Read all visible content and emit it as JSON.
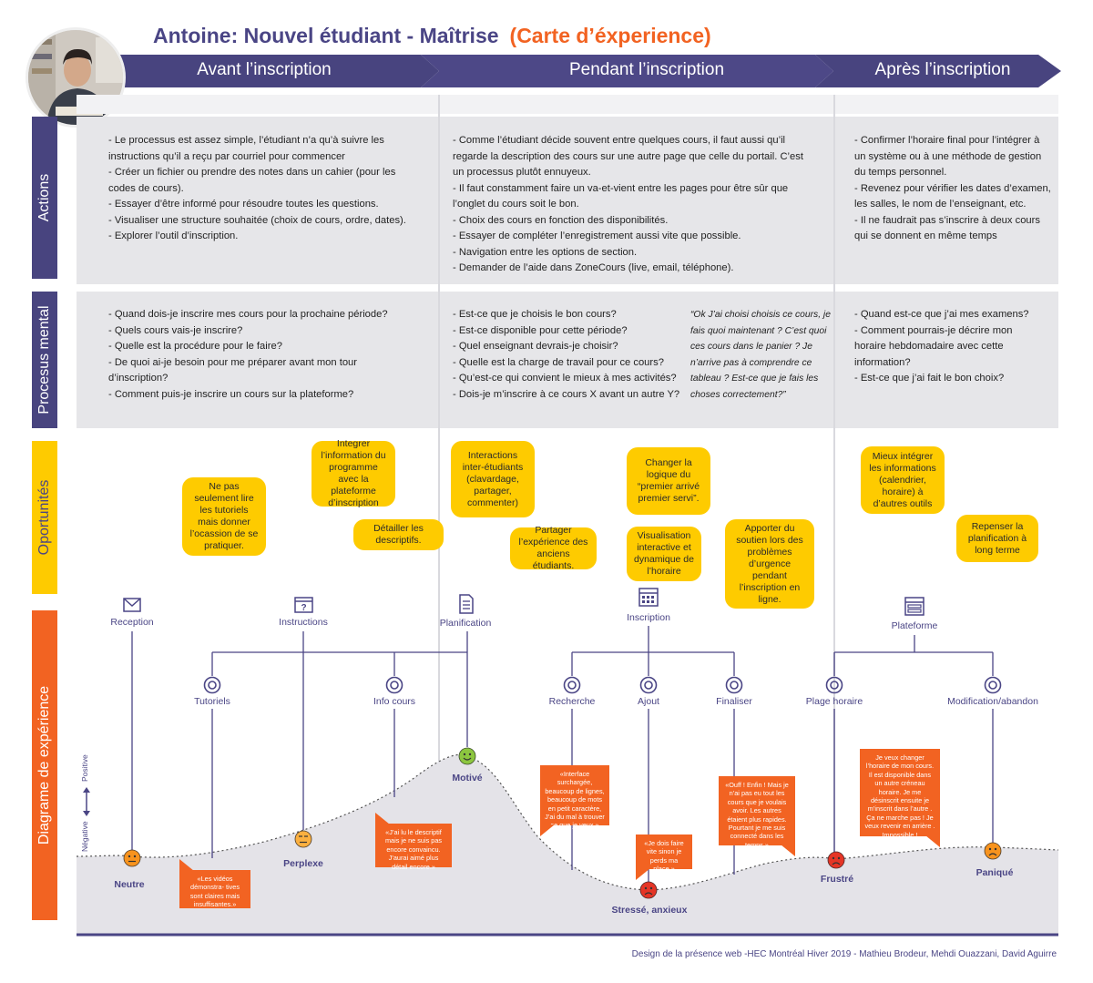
{
  "title": {
    "main": "Antoine: Nouvel étudiant - Maîtrise",
    "sub": "(Carte d’éxperience)"
  },
  "phases": [
    "Avant l’inscription",
    "Pendant l’inscription",
    "Après l’inscription"
  ],
  "row_labels": {
    "actions": "Actions",
    "mental": "Procesus mental",
    "opportunities": "Oportunités",
    "diagram": "Diagrame de expérience"
  },
  "actions": {
    "before": [
      "- Le processus est assez simple, l’étudiant n’a qu’à suivre les",
      "instructions qu’il a reçu par courriel pour commencer",
      "- Créer un fichier ou prendre des notes dans un cahier (pour les",
      "codes de cours).",
      "- Essayer d’être informé pour résoudre toutes les questions.",
      "- Visualiser une structure souhaitée (choix de cours, ordre, dates).",
      "- Explorer l’outil d’inscription."
    ],
    "during": [
      "- Comme l’étudiant décide souvent entre quelques cours, il faut aussi qu’il",
      "regarde la description des cours sur une autre page que celle du portail. C’est",
      "un processus plutôt ennuyeux.",
      "- Il faut constamment faire un va-et-vient entre les pages pour être sûr que",
      "l’onglet du cours soit le bon.",
      "- Choix des cours en fonction des disponibilités.",
      "- Essayer de compléter l’enregistrement aussi vite que possible.",
      "- Navigation entre les options de section.",
      "- Demander de l’aide dans ZoneCours (live, email, téléphone)."
    ],
    "after": [
      "- Confirmer l’horaire final pour l’intégrer à",
      "un système ou à une méthode de gestion",
      "du temps personnel.",
      "- Revenez pour vérifier les dates d’examen,",
      "les salles, le nom de l’enseignant, etc.",
      "- Il ne faudrait pas s’inscrire à deux cours",
      "qui se donnent en même temps"
    ]
  },
  "mental": {
    "before": [
      "- Quand dois-je inscrire mes cours pour la prochaine période?",
      "- Quels cours vais-je inscrire?",
      "- Quelle est la procédure pour le faire?",
      "- De quoi ai-je besoin pour me préparer avant mon tour",
      "d’inscription?",
      "- Comment puis-je inscrire un cours sur la plateforme?"
    ],
    "during": [
      "- Est-ce que je choisis le bon cours?",
      "- Est-ce disponible pour cette période?",
      "- Quel enseignant devrais-je choisir?",
      "- Quelle est la charge de travail pour ce cours?",
      "- Qu’est-ce qui convient le mieux à mes activités?",
      "- Dois-je m’inscrire à ce cours X avant un autre Y?"
    ],
    "quote": [
      "“Ok J’ai choisi choisis ce cours, je",
      "fais quoi maintenant ? C’est quoi",
      "ces cours dans le panier ? Je",
      "n’arrive pas à comprendre ce",
      "tableau ? Est-ce que je fais les",
      "choses correctement?”"
    ],
    "after": [
      "- Quand est-ce que j’ai mes examens?",
      "- Comment pourrais-je décrire mon",
      "horaire hebdomadaire avec cette",
      "information?",
      "- Est-ce que j’ai fait le bon choix?"
    ]
  },
  "opportunities": [
    "Ne pas seulement lire les tutoriels mais donner l’ocassion de se pratiquer.",
    "Integrer l’information du programme avec la plateforme d’inscription",
    "Détailler les descriptifs.",
    "Interactions inter-étudiants (clavardage, partager, commenter)",
    "Partager l’expérience des anciens étudiants.",
    "Changer la logique du “premier arrivé premier servi”.",
    "Visualisation interactive et dynamique de l’horaire",
    "Apporter du soutien lors des problèmes d’urgence pendant l’inscription en ligne.",
    "Mieux intégrer les informations (calendrier, horaire) à d’autres outils",
    "Repenser la planification à long terme"
  ],
  "touchpoints": {
    "reception": "Reception",
    "instructions": "Instructions",
    "planification": "Planification",
    "inscription": "Inscription",
    "plateforme": "Plateforme"
  },
  "subnodes": {
    "tutoriels": "Tutoriels",
    "info_cours": "Info cours",
    "recherche": "Recherche",
    "ajout": "Ajout",
    "finaliser": "Finaliser",
    "plage_horaire": "Plage horaire",
    "modification": "Modification/abandon"
  },
  "emotions": {
    "neutre": "Neutre",
    "perplexe": "Perplexe",
    "motive": "Motivé",
    "stresse": "Stressé, anxieux",
    "frustre": "Frustré",
    "panique": "Paniqué"
  },
  "notes": {
    "videos": "«Les vidéos démonstra- tives sont claires mais insuffisantes.»",
    "descriptif": "«J’ai lu le descriptif mais je ne suis pas encore convaincu. J’aurai aimé plus détail encore.»",
    "interface": "«Interface surchargée, beaucoup de lignes, beaucoup de mots en petit caractère, J’ai du mal à trouver ce que je veux.»",
    "vite": "«Je dois faire vite sinon je perds ma place.»",
    "ouff": "«Ouff ! Enfin ! Mais je n’ai pas eu tout les cours que je voulais avoir. Les autres étaient plus rapides. Pourtant je me suis connecté dans les temps.»",
    "changer": "Je veux changer l’horaire de mon cours. Il est disponible dans un autre créneau horaire. Je me désinscrit ensuite je m’inscrit dans l’autre . Ça ne marche pas ! Je veux revenir en arrière . Impossible !"
  },
  "axis": {
    "positive": "Positive",
    "negative": "Négative"
  },
  "footer": "Design de la présence web -HEC Montréal Hiver 2019 - Mathieu Brodeur, Mehdi Ouazzani, David Aguirre",
  "colors": {
    "purple": "#4a4585",
    "orange": "#f26322",
    "yellow": "#fecb00",
    "band": "#e6e6e9",
    "emo_neutral": "#f7931e",
    "emo_happy": "#8cc63f",
    "emo_sad": "#e53526",
    "emo_meh": "#fbb040"
  }
}
